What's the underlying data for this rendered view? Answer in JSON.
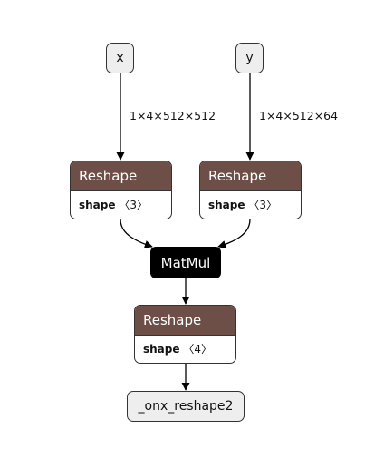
{
  "inputs": {
    "x": "x",
    "y": "y"
  },
  "edges": {
    "x_shape": "1×4×512×512",
    "y_shape": "1×4×512×64"
  },
  "nodes": {
    "reshape_left": {
      "op": "Reshape",
      "attr_name": "shape",
      "attr_value": "〈3〉"
    },
    "reshape_right": {
      "op": "Reshape",
      "attr_name": "shape",
      "attr_value": "〈3〉"
    },
    "matmul": {
      "op": "MatMul"
    },
    "reshape_out": {
      "op": "Reshape",
      "attr_name": "shape",
      "attr_value": "〈4〉"
    }
  },
  "outputs": {
    "final": "_onx_reshape2"
  },
  "colors": {
    "op_header": "#6d4f47",
    "matmul_bg": "#000000",
    "io_bg": "#eeeeee",
    "stroke": "#333333"
  }
}
